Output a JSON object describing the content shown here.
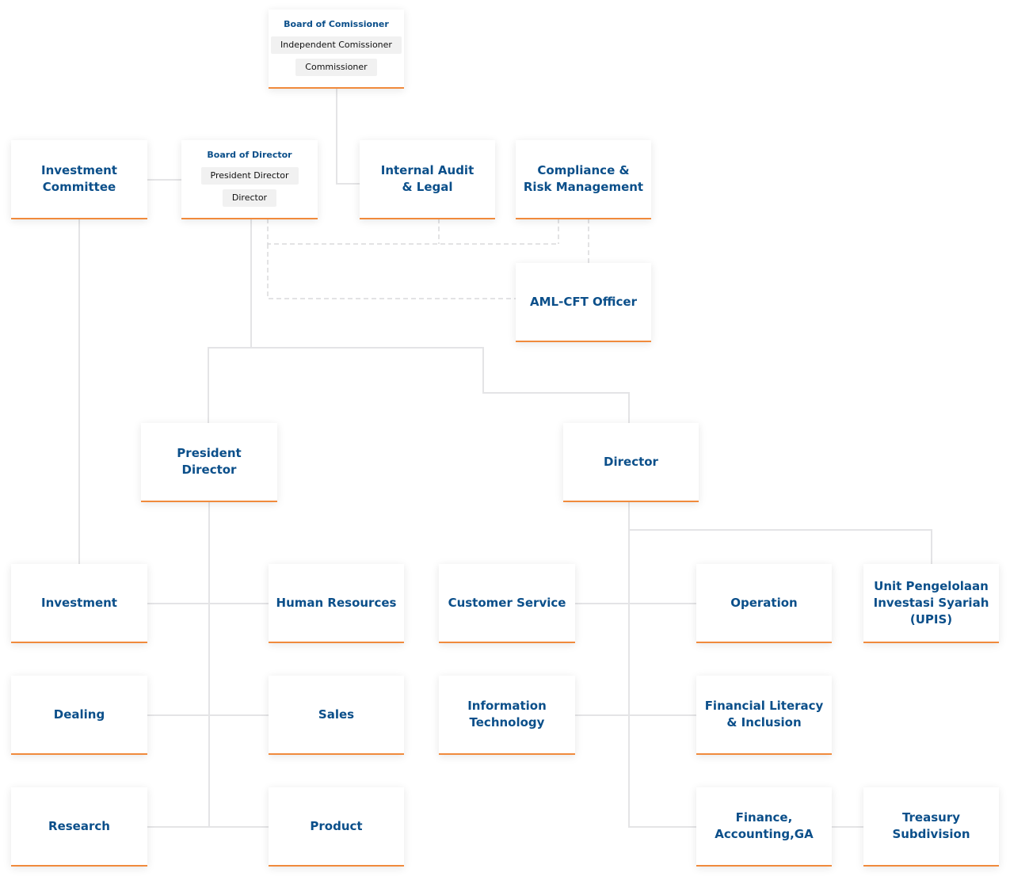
{
  "colors": {
    "accent": "#f08a3c",
    "text": "#0b4f8a",
    "line": "#e4e4e6",
    "dashed": "#dadadc"
  },
  "board_commissioner": {
    "title": "Board of Comissioner",
    "members": [
      "Independent Comissioner",
      "Commissioner"
    ]
  },
  "board_director": {
    "title": "Board of Director",
    "members": [
      "President Director",
      "Director"
    ]
  },
  "units": {
    "investment_committee": "Investment\nCommittee",
    "internal_audit": "Internal Audit\n& Legal",
    "compliance": "Compliance &\nRisk Management",
    "aml_cft": "AML-CFT Officer",
    "president_director": "President\nDirector",
    "director": "Director",
    "investment": "Investment",
    "human_resources": "Human Resources",
    "customer_service": "Customer Service",
    "operation": "Operation",
    "upis": "Unit Pengelolaan\nInvestasi Syariah\n(UPIS)",
    "dealing": "Dealing",
    "sales": "Sales",
    "information_technology": "Information\nTechnology",
    "financial_literacy": "Financial Literacy\n& Inclusion",
    "research": "Research",
    "product": "Product",
    "finance": "Finance,\nAccounting,GA",
    "treasury": "Treasury\nSubdivision"
  }
}
